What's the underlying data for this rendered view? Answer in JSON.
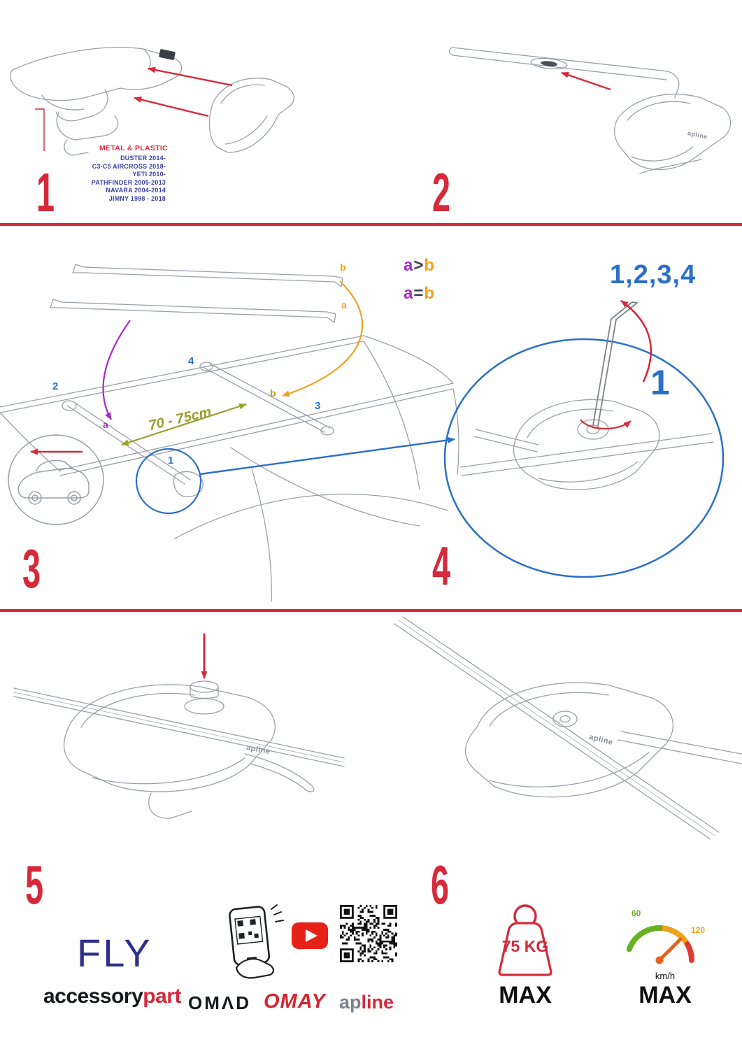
{
  "palette": {
    "red": "#d6293a",
    "blue": "#2b6fc8",
    "purple": "#a62bc8",
    "orange": "#f0a21a",
    "olive": "#9aa02c",
    "navy": "#2b2e8c",
    "youtube_red": "#e62117",
    "green": "#6ab023",
    "line_gray": "#9aa0a8"
  },
  "steps": {
    "one": {
      "number": "1",
      "material_label": "METAL & PLASTIC",
      "models": [
        "DUSTER 2014-",
        "C3-C5 AIRCROSS 2018-",
        "YETI 2010-",
        "PATHFINDER 2005-2013",
        "NAVARA 2004-2014",
        "JIMNY 1998 - 2018"
      ]
    },
    "two": {
      "number": "2",
      "product_brand": "apline"
    },
    "three": {
      "number": "3",
      "bar_label_b": "b",
      "bar_label_a": "a",
      "rule_greater": {
        "a": "a",
        "op": ">",
        "b": "b"
      },
      "rule_equal": {
        "a": "a",
        "op": "=",
        "b": "b"
      },
      "pos_2": "2",
      "pos_4": "4",
      "pos_3": "3",
      "pos_1": "1",
      "roof_a": "a",
      "roof_b": "b",
      "distance": "70 - 75cm"
    },
    "four": {
      "number": "4",
      "sequence": "1,2,3,4",
      "detail_ref": "1"
    },
    "five": {
      "number": "5",
      "product_brand": "apline"
    },
    "six": {
      "number": "6",
      "product_brand": "apline"
    }
  },
  "footer": {
    "product": "FLY",
    "accessory": "accessory",
    "part": "part",
    "omad": "OMΛD",
    "omay": "OMAY",
    "apline_ap": "ap",
    "apline_line": "line",
    "weight": "75 KG",
    "weight_max": "MAX",
    "speed_60": "60",
    "speed_120": "120",
    "speed_unit": "km/h",
    "speed_max": "MAX"
  }
}
